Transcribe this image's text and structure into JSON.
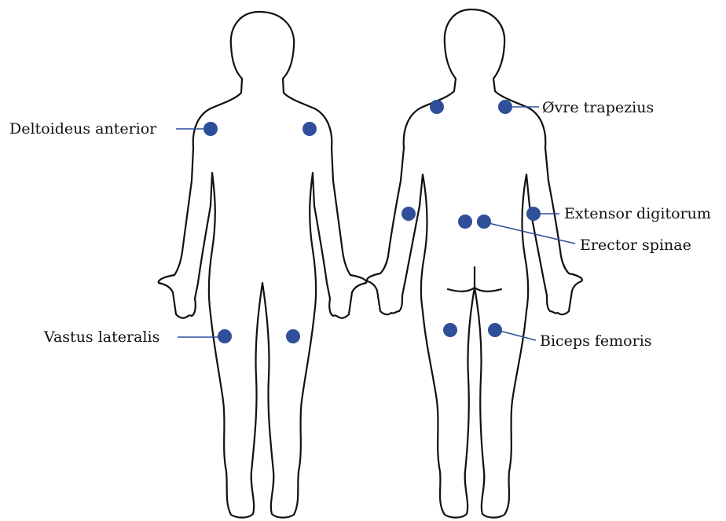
{
  "colors": {
    "marker": "#2f4f9a",
    "outline": "#111111",
    "background": "#ffffff"
  },
  "labels": {
    "deltoideus": "Deltoideus anterior",
    "vastus": "Vastus lateralis",
    "trapezius": "Øvre trapezius",
    "extensor": "Extensor digitorum",
    "erector": "Erector spinae",
    "biceps": "Biceps femoris"
  }
}
